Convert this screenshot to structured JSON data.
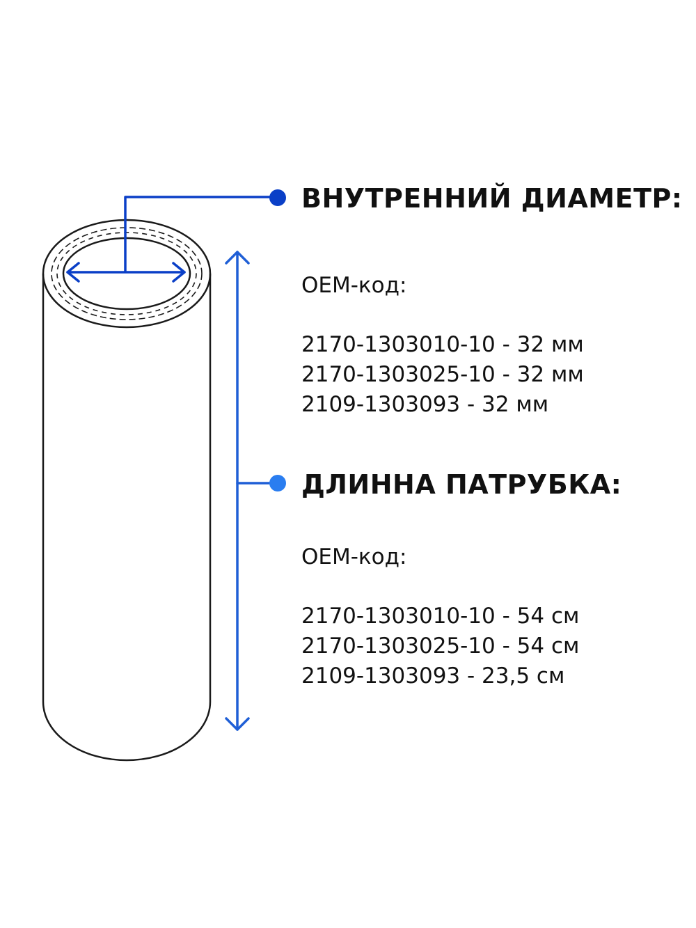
{
  "diameter": {
    "heading": "ВНУТРЕННИЙ ДИАМЕТР:",
    "oem_label": "ОЕМ-код:",
    "items": [
      "2170-1303010-10 - 32 мм",
      "2170-1303025-10 - 32 мм",
      "2109-1303093 - 32 мм"
    ]
  },
  "length": {
    "heading": "ДЛИННА ПАТРУБКА:",
    "oem_label": "ОЕМ-код:",
    "items": [
      "2170-1303010-10 - 54 см",
      "2170-1303025-10 - 54 см",
      "2109-1303093 - 23,5 см"
    ]
  },
  "colors": {
    "accent_dark": "#0a3fc7",
    "accent_light": "#2a7df0",
    "outline": "#1a1a1a"
  },
  "icons": [
    "hose-tube-drawing",
    "diameter-double-arrow-icon",
    "length-double-arrow-icon",
    "bullet-dot-icon"
  ]
}
